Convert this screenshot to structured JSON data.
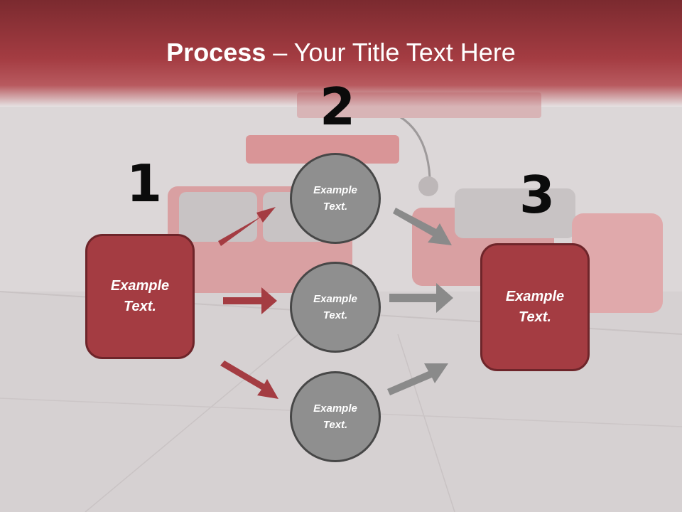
{
  "title": {
    "bold": "Process",
    "rest": " – Your Title Text Here"
  },
  "steps": {
    "one": "1",
    "two": "2",
    "three": "3"
  },
  "left_box": {
    "line1": "Example",
    "line2": "Text."
  },
  "right_box": {
    "line1": "Example",
    "line2": "Text."
  },
  "circles": [
    {
      "line1": "Example",
      "line2": "Text."
    },
    {
      "line1": "Example",
      "line2": "Text."
    },
    {
      "line1": "Example",
      "line2": "Text."
    }
  ],
  "colors": {
    "accent_red": "#a43c42",
    "accent_red_dark": "#6e252a",
    "circle_gray": "#8f8f8f",
    "arrow_gray": "#8a8a8a"
  }
}
